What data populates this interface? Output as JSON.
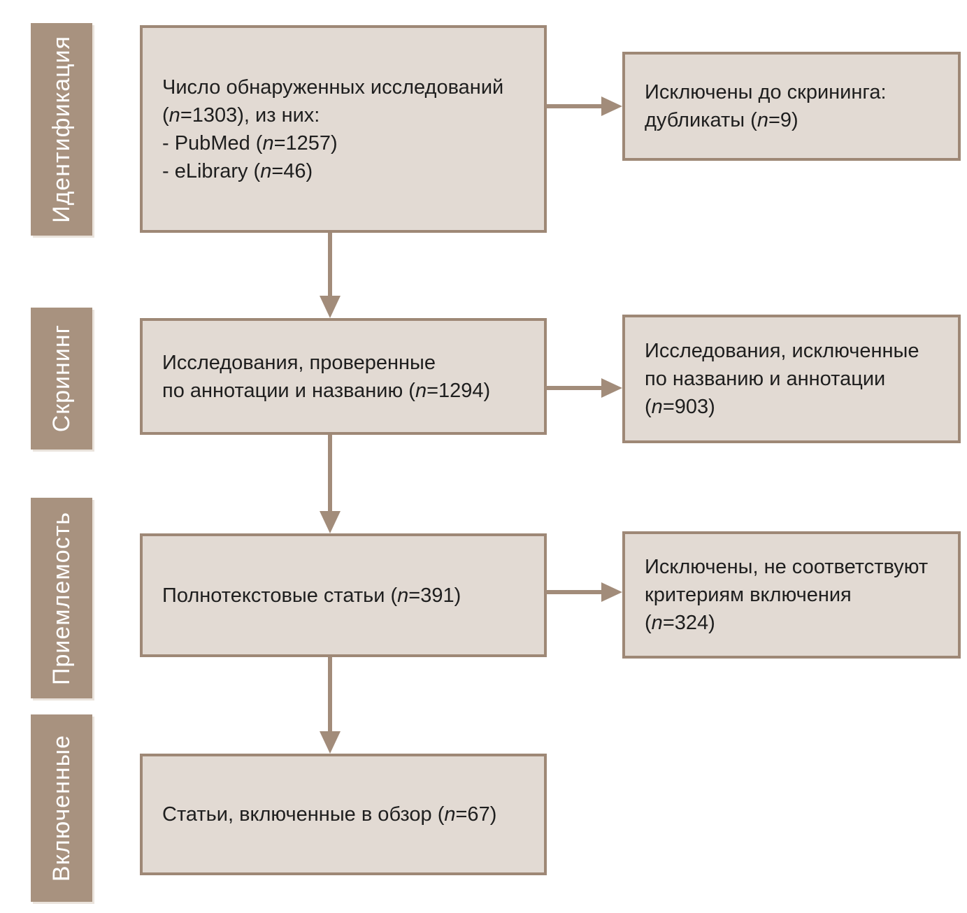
{
  "diagram": {
    "type": "prisma-flowchart",
    "colors": {
      "page_bg": "#ffffff",
      "stage_fill": "#a8927f",
      "stage_text": "#ffffff",
      "box_fill": "#e2dad3",
      "box_border": "#9e8876",
      "arrow": "#a28c7a",
      "text_color": "#1e1e1e"
    },
    "stages": [
      {
        "label": "Идентификация"
      },
      {
        "label": "Скрининг"
      },
      {
        "label": "Приемлемость"
      },
      {
        "label": "Включенные"
      }
    ],
    "main_boxes": [
      {
        "name": "records-identified",
        "lines": [
          [
            {
              "t": "Число обнаруженных исследований"
            }
          ],
          [
            {
              "t": "("
            },
            {
              "t": "n",
              "i": true
            },
            {
              "t": "=1303), из них:"
            }
          ],
          [
            {
              "t": "- PubMed ("
            },
            {
              "t": "n",
              "i": true
            },
            {
              "t": "=1257)"
            }
          ],
          [
            {
              "t": "- eLibrary ("
            },
            {
              "t": "n",
              "i": true
            },
            {
              "t": "=46)"
            }
          ]
        ]
      },
      {
        "name": "records-screened",
        "lines": [
          [
            {
              "t": "Исследования, проверенные"
            }
          ],
          [
            {
              "t": "по аннотации и названию ("
            },
            {
              "t": "n",
              "i": true
            },
            {
              "t": "=1294)"
            }
          ]
        ]
      },
      {
        "name": "fulltext-articles",
        "lines": [
          [
            {
              "t": "Полнотекстовые статьи ("
            },
            {
              "t": "n",
              "i": true
            },
            {
              "t": "=391)"
            }
          ]
        ]
      },
      {
        "name": "articles-included",
        "lines": [
          [
            {
              "t": "Статьи, включенные в обзор ("
            },
            {
              "t": "n",
              "i": true
            },
            {
              "t": "=67)"
            }
          ]
        ]
      }
    ],
    "side_boxes": [
      {
        "name": "excluded-duplicates",
        "lines": [
          [
            {
              "t": "Исключены до скрининга:"
            }
          ],
          [
            {
              "t": "дубликаты ("
            },
            {
              "t": "n",
              "i": true
            },
            {
              "t": "=9)"
            }
          ]
        ]
      },
      {
        "name": "excluded-title-abstract",
        "lines": [
          [
            {
              "t": "Исследования, исключенные"
            }
          ],
          [
            {
              "t": "по названию и аннотации"
            }
          ],
          [
            {
              "t": "("
            },
            {
              "t": "n",
              "i": true
            },
            {
              "t": "=903)"
            }
          ]
        ]
      },
      {
        "name": "excluded-criteria",
        "lines": [
          [
            {
              "t": "Исключены, не соответствуют"
            }
          ],
          [
            {
              "t": "критериям включения"
            }
          ],
          [
            {
              "t": "("
            },
            {
              "t": "n",
              "i": true
            },
            {
              "t": "=324)"
            }
          ]
        ]
      }
    ]
  }
}
